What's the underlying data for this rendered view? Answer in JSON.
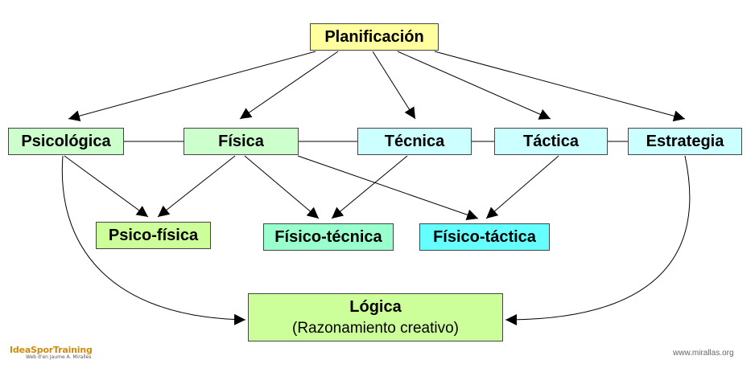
{
  "nodes": {
    "planificacion": "Planificación",
    "psicologica": "Psicológica",
    "fisica": "Física",
    "tecnica": "Técnica",
    "tactica": "Táctica",
    "estrategia": "Estrategia",
    "psicofisica": "Psico-física",
    "fisicotecnica": "Físico-técnica",
    "fisicotactica": "Físico-táctica",
    "logica": "Lógica",
    "logica_sub": "(Razonamiento creativo)"
  },
  "edges": [
    {
      "from": "planificacion",
      "to": "psicologica",
      "arrow": true
    },
    {
      "from": "planificacion",
      "to": "fisica",
      "arrow": true
    },
    {
      "from": "planificacion",
      "to": "tecnica",
      "arrow": true
    },
    {
      "from": "planificacion",
      "to": "tactica",
      "arrow": true
    },
    {
      "from": "planificacion",
      "to": "estrategia",
      "arrow": true
    },
    {
      "from": "psicologica",
      "to": "fisica",
      "arrow": false
    },
    {
      "from": "fisica",
      "to": "tecnica",
      "arrow": false
    },
    {
      "from": "tecnica",
      "to": "tactica",
      "arrow": false
    },
    {
      "from": "tactica",
      "to": "estrategia",
      "arrow": false
    },
    {
      "from": "psicologica",
      "to": "psicofisica",
      "arrow": true
    },
    {
      "from": "fisica",
      "to": "psicofisica",
      "arrow": true
    },
    {
      "from": "fisica",
      "to": "fisicotecnica",
      "arrow": true
    },
    {
      "from": "tecnica",
      "to": "fisicotecnica",
      "arrow": true
    },
    {
      "from": "fisica",
      "to": "fisicotactica",
      "arrow": true
    },
    {
      "from": "tactica",
      "to": "fisicotactica",
      "arrow": true
    },
    {
      "from": "psicologica",
      "to": "logica",
      "arrow": true
    },
    {
      "from": "estrategia",
      "to": "logica",
      "arrow": true
    }
  ],
  "colors": {
    "planificacion": "#ffffa0",
    "green_light": "#ccffcc",
    "cyan_light": "#ccffff",
    "lime": "#ccff99",
    "aquamarine": "#99ffcc",
    "cyan": "#66ffff",
    "logo": "#d08a10"
  },
  "footer": {
    "brand": "IdeaSporTraining",
    "credit": "Web d'en Jaume A. Miralles",
    "site": "www.mirallas.org"
  }
}
